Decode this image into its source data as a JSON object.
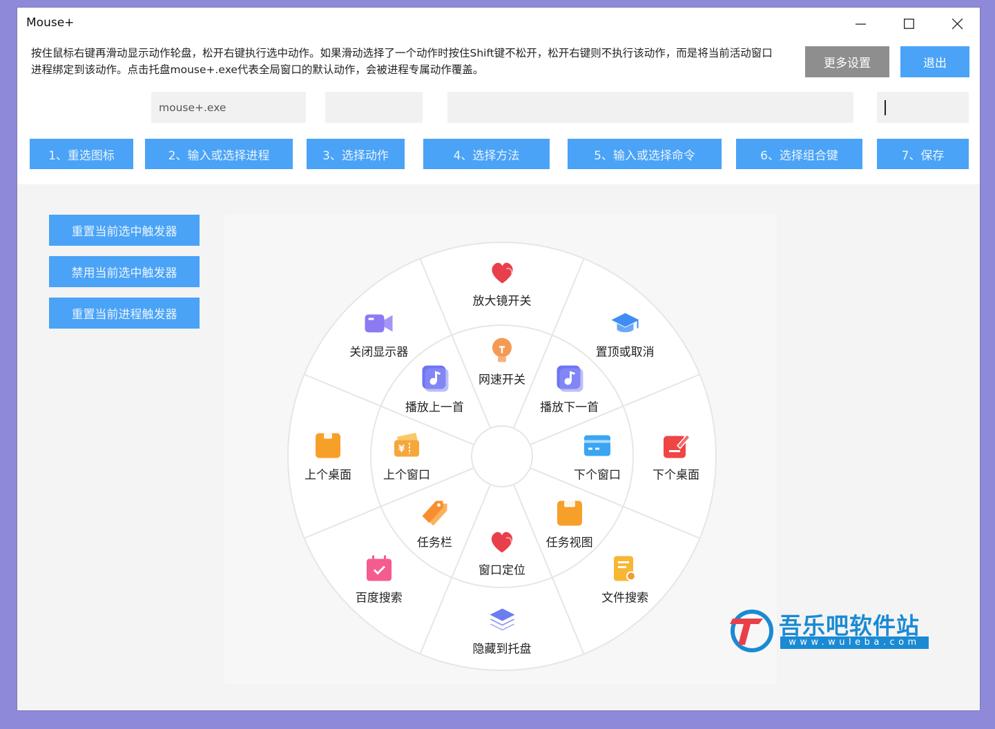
{
  "window": {
    "title": "Mouse+"
  },
  "description": "按住鼠标右键再滑动显示动作轮盘，松开右键执行选中动作。如果滑动选择了一个动作时按住Shift键不松开，松开右键则不执行该动作，而是将当前活动窗口进程绑定到该动作。点击托盘mouse+.exe代表全局窗口的默认动作，会被进程专属动作覆盖。",
  "buttons": {
    "more_settings": "更多设置",
    "exit": "退出"
  },
  "fields": {
    "process": "mouse+.exe",
    "field2": "",
    "field3": "",
    "field4": ""
  },
  "steps": [
    "1、重选图标",
    "2、输入或选择进程",
    "3、选择动作",
    "4、选择方法",
    "5、输入或选择命令",
    "6、选择组合键",
    "7、保存"
  ],
  "side_buttons": [
    "重置当前选中触发器",
    "禁用当前选中触发器",
    "重置当前进程触发器"
  ],
  "wheel": {
    "outer": [
      {
        "label": "放大镜开关",
        "icon": "heart-icon",
        "color": "#e8404b"
      },
      {
        "label": "置顶或取消",
        "icon": "graduation-cap-icon",
        "color": "#3f8df3"
      },
      {
        "label": "下个桌面",
        "icon": "edit-icon",
        "color": "#ef4545"
      },
      {
        "label": "文件搜索",
        "icon": "document-search-icon",
        "color": "#f7b733"
      },
      {
        "label": "隐藏到托盘",
        "icon": "layers-icon",
        "color": "#6b7df0"
      },
      {
        "label": "百度搜索",
        "icon": "calendar-icon",
        "color": "#f45b8e"
      },
      {
        "label": "上个桌面",
        "icon": "folder-icon",
        "color": "#f6a02a"
      },
      {
        "label": "关闭显示器",
        "icon": "video-camera-icon",
        "color": "#8c7af3"
      }
    ],
    "inner": [
      {
        "label": "网速开关",
        "icon": "lightbulb-icon",
        "color": "#f59a55"
      },
      {
        "label": "播放下一首",
        "icon": "music-icon",
        "color": "#6e74f2"
      },
      {
        "label": "下个窗口",
        "icon": "card-icon",
        "color": "#3aa5f2"
      },
      {
        "label": "任务视图",
        "icon": "box-icon",
        "color": "#f6a02a"
      },
      {
        "label": "窗口定位",
        "icon": "heart-icon",
        "color": "#e8404b"
      },
      {
        "label": "任务栏",
        "icon": "tag-icon",
        "color": "#f98e2e"
      },
      {
        "label": "上个窗口",
        "icon": "coupon-icon",
        "color": "#f6a73a"
      },
      {
        "label": "播放上一首",
        "icon": "music-icon",
        "color": "#6e74f2"
      }
    ]
  },
  "watermark": {
    "title": "吾乐吧软件站",
    "url": "www.wuleba.com"
  }
}
